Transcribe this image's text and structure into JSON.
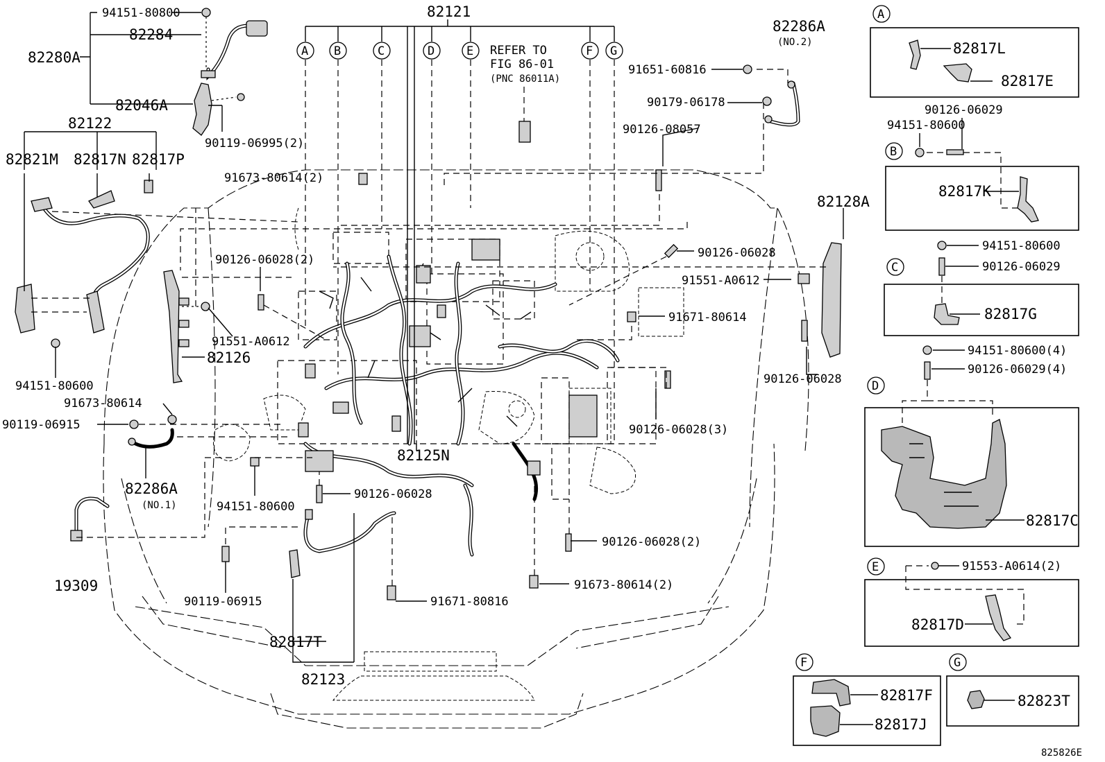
{
  "diagram_id": "825826E",
  "reference_note": {
    "line1": "REFER TO",
    "line2": "FIG 86-01",
    "line3": "(PNC 86011A)"
  },
  "assemblies": {
    "a82121": "82121",
    "a82122": "82122",
    "a82123": "82123",
    "a82125N": "82125N",
    "a82126": "82126",
    "a82280A": "82280A",
    "a82284": "82284",
    "a82046A": "82046A",
    "a82821M": "82821M",
    "a82817N": "82817N",
    "a82817P": "82817P",
    "a82286A_top": "82286A",
    "a82286A_top_note": "(NO.2)",
    "a82286A_left": "82286A",
    "a82286A_left_note": "(NO.1)",
    "a82128A": "82128A",
    "a19309": "19309",
    "a82817T": "82817T"
  },
  "letters": [
    "A",
    "B",
    "C",
    "D",
    "E",
    "F",
    "G"
  ],
  "fasteners": {
    "f94151_80800": "94151-80800",
    "f90119_06995": "90119-06995(2)",
    "f91673_80614_2_top": "91673-80614(2)",
    "f90126_06028_2": "90126-06028(2)",
    "f91551_A0612_left": "91551-A0612",
    "f94151_80600_left": "94151-80600",
    "f91673_80614_left": "91673-80614",
    "f90119_06915_left": "90119-06915",
    "f94151_80600_mid": "94151-80600",
    "f90126_06028_mid": "90126-06028",
    "f90119_06915_bottom": "90119-06915",
    "f91671_80816": "91671-80816",
    "f91673_80614_2_bottom": "91673-80614(2)",
    "f90126_06028_2_bottom": "90126-06028(2)",
    "f90126_06028_3": "90126-06028(3)",
    "f91671_80614": "91671-80614",
    "f91551_A0612_right": "91551-A0612",
    "f90126_06028_right": "90126-06028",
    "f90126_06028_far": "90126-06028",
    "f91651_60816": "91651-60816",
    "f90179_06178": "90179-06178",
    "f90126_08057": "90126-08057"
  },
  "detail_panels": {
    "A": {
      "letter": "A",
      "parts": [
        "82817L",
        "82817E"
      ]
    },
    "B": {
      "letter": "B",
      "parts": [
        "82817K"
      ],
      "fasteners": [
        "90126-06029",
        "94151-80600"
      ]
    },
    "C": {
      "letter": "C",
      "parts": [
        "82817G"
      ],
      "fasteners": [
        "94151-80600",
        "90126-06029"
      ]
    },
    "D": {
      "letter": "D",
      "parts": [
        "82817C"
      ],
      "fasteners": [
        "94151-80600(4)",
        "90126-06029(4)"
      ]
    },
    "E": {
      "letter": "E",
      "parts": [
        "82817D"
      ],
      "fasteners": [
        "91553-A0614(2)"
      ]
    },
    "F": {
      "letter": "F",
      "parts": [
        "82817F",
        "82817J"
      ]
    },
    "G": {
      "letter": "G",
      "parts": [
        "82823T"
      ]
    }
  }
}
